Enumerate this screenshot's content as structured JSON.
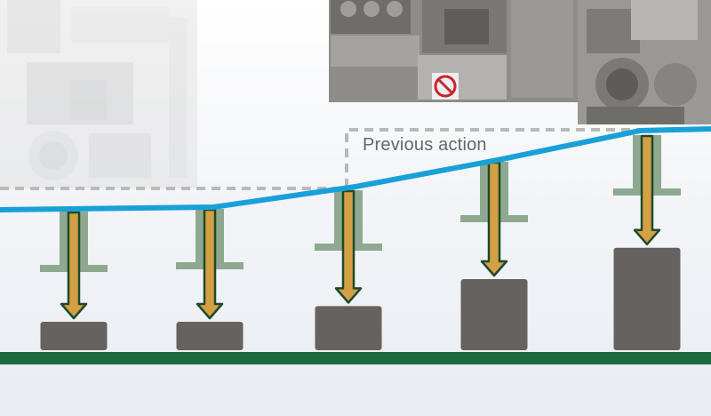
{
  "annotation": {
    "previous_action_label": "Previous action"
  },
  "colors": {
    "conveyor": "#1b6b3e",
    "profile_line": "#19a0d8",
    "workpiece": "#66625f",
    "arrow_fill": "#d4a043",
    "arrow_outline": "#1d4a2b",
    "guide": "#8fa890",
    "dashed_outline": "#b9b9b9",
    "machine": "#8e8c88"
  },
  "icons": {
    "conveyor": "conveyor-belt",
    "sensor": "downward-arrow",
    "machine": "machine-head",
    "warning_sign": "no-hands-warning-icon"
  },
  "workpieces": [
    {
      "id": 1,
      "relative_height": 1.0
    },
    {
      "id": 2,
      "relative_height": 1.0
    },
    {
      "id": 3,
      "relative_height": 1.55
    },
    {
      "id": 4,
      "relative_height": 2.5
    },
    {
      "id": 5,
      "relative_height": 3.6
    }
  ]
}
